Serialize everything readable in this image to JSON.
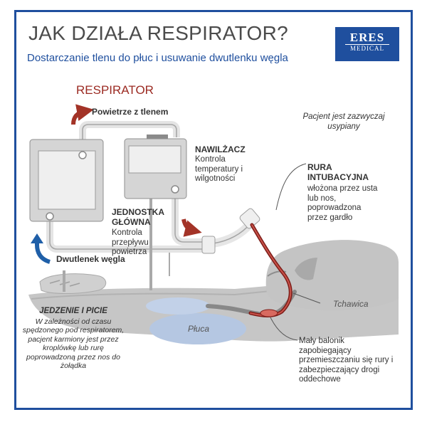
{
  "title": "JAK DZIAŁA RESPIRATOR?",
  "subtitle": "Dostarczanie tlenu do płuc i usuwanie dwutlenku węgla",
  "logo": {
    "line1": "ERES",
    "line2": "MEDICAL"
  },
  "respirator_heading": "RESPIRATOR",
  "oxygen_air": "Powietrze z tlenem",
  "carbon_dioxide": "Dwutlenek węgla",
  "humidifier": {
    "title": "NAWILŻACZ",
    "desc": "Kontrola temperatury i wilgotności"
  },
  "main_unit": {
    "title": "JEDNOSTKA GŁÓWNA",
    "desc": "Kontrola przepływu powietrza"
  },
  "patient_note": "Pacjent jest zazwyczaj usypiany",
  "intubation_tube": {
    "title": "RURA INTUBACYJNA",
    "desc": "włożona przez usta lub nos, poprowadzona przez gardło"
  },
  "trachea": "Tchawica",
  "lungs": "Płuca",
  "feeding": {
    "title": "JEDZENIE I PICIE",
    "desc": "W zależności od czasu spędzonego pod respiratorem, pacjent karmiony jest przez kroplówkę lub rurę poprowadzoną przez nos do żołądka"
  },
  "balloon_note": "Mały balonik zapobiegający przemieszczaniu się rury i zabezpieczający drogi oddechowe",
  "colors": {
    "frame": "#1f4f9e",
    "accent_red": "#9b2a22",
    "accent_blue": "#1f5fa8",
    "device_gray": "#d4d4d4",
    "body_gray": "#c9c9c9",
    "lung_blue": "#b8c9e3"
  }
}
